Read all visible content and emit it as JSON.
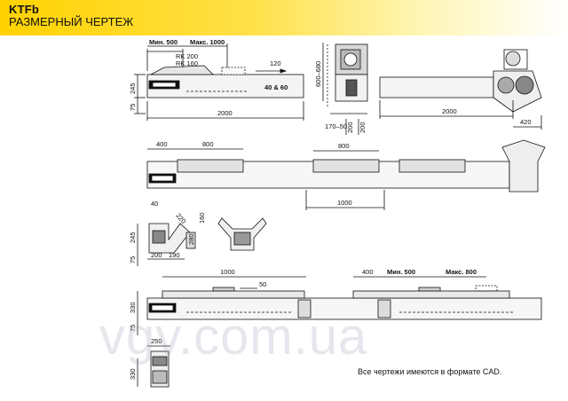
{
  "header": {
    "title": "KTFb",
    "subtitle": "РАЗМЕРНЫЙ ЧЕРТЕЖ",
    "band_color": "#ffd200"
  },
  "views": {
    "side": {
      "min_label": "Мин. 500",
      "max_label": "Макс. 1000",
      "rk200": "RK 200",
      "rk160": "RK 160",
      "d120": "120",
      "size_label": "40 & 60",
      "h245": "245",
      "h75": "75",
      "length": "2000"
    },
    "end": {
      "h600_680": "600–680",
      "w170_50": "170–50",
      "d200a": "200",
      "d200b": "200"
    },
    "discharge": {
      "length": "2000",
      "d420": "420"
    },
    "plan": {
      "d400": "400",
      "d800a": "800",
      "d800b": "800",
      "d1000": "1000"
    },
    "section": {
      "d40": "40",
      "d220": "220",
      "d160": "160",
      "d245": "245",
      "d280": "280",
      "d75": "75",
      "d200": "200",
      "d190": "190"
    },
    "lower": {
      "d1000": "1000",
      "d50": "50",
      "d400": "400",
      "min_label": "Мин. 500",
      "max_label": "Макс. 800",
      "d330": "330",
      "d75": "75",
      "d250": "250",
      "d330b": "330"
    }
  },
  "watermark": "vgv.com.ua",
  "cad_note": "Все чертежи имеются в формате CAD."
}
